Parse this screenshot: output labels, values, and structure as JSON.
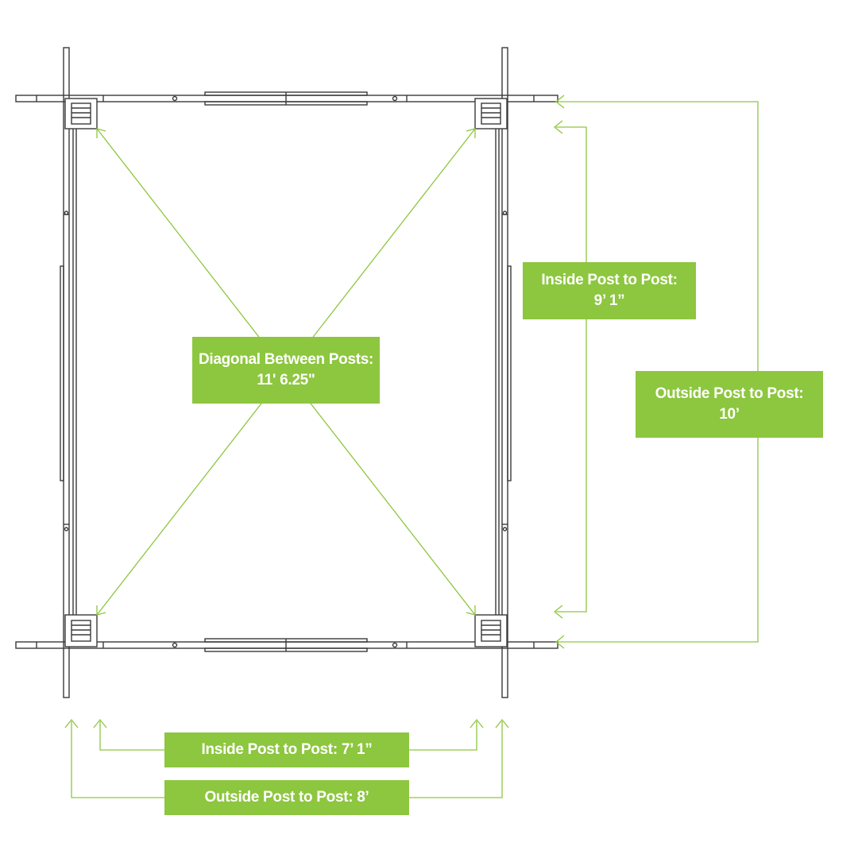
{
  "accent_color": "#8dc63f",
  "line_color": "#3a3a3a",
  "labels": {
    "diagonal": {
      "line1": "Diagonal Between Posts:",
      "line2": "11' 6.25\""
    },
    "inside_vertical": {
      "line1": "Inside Post to Post:",
      "line2": "9’ 1”"
    },
    "outside_vertical": {
      "line1": "Outside Post to Post:",
      "line2": "10’"
    },
    "inside_horizontal": {
      "line1": "Inside Post to Post: 7’ 1”"
    },
    "outside_horizontal": {
      "line1": "Outside Post to Post: 8’"
    }
  }
}
